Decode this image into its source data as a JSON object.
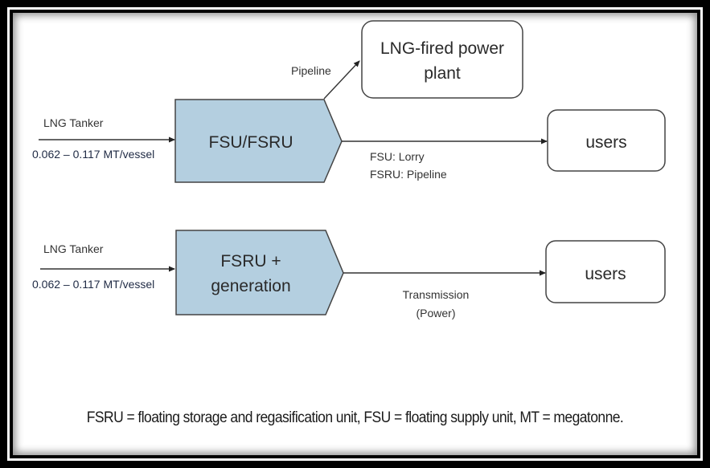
{
  "diagram": {
    "rows": [
      {
        "input_label": "LNG Tanker",
        "input_volume": "0.062 – 0.117 MT/vessel",
        "unit_label_lines": [
          "FSU/FSRU"
        ],
        "branch": {
          "label": "Pipeline",
          "target_lines": [
            "LNG-fired power",
            "plant"
          ]
        },
        "output_label_lines": [
          "FSU: Lorry",
          "FSRU: Pipeline"
        ],
        "output_target": "users"
      },
      {
        "input_label": "LNG Tanker",
        "input_volume": "0.062 – 0.117 MT/vessel",
        "unit_label_lines": [
          "FSRU +",
          "generation"
        ],
        "output_label_lines": [
          "Transmission",
          "(Power)"
        ],
        "output_target": "users"
      }
    ],
    "colors": {
      "unit_fill": "#b4cfe0",
      "stroke": "#444444"
    }
  },
  "caption": "FSRU = floating storage and regasification unit, FSU = floating supply unit, MT = megatonne."
}
